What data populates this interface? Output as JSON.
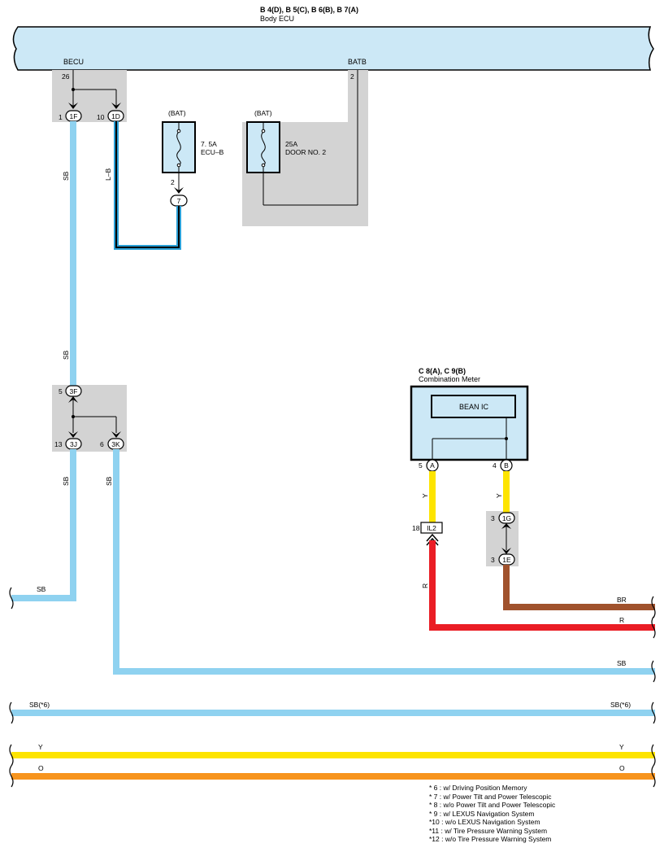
{
  "body_ecu": {
    "code": "B 4(D), B 5(C), B 6(B), B 7(A)",
    "name": "Body ECU",
    "terminal_becu": "BECU",
    "terminal_batb": "BATB",
    "pin_becu": "26",
    "pin_batb": "2"
  },
  "junction_top": {
    "left_pin": "1",
    "left_conn": "1F",
    "right_pin": "10",
    "right_conn": "1D"
  },
  "fuse_ecub": {
    "supply": "(BAT)",
    "rating": "7. 5A",
    "name": "ECU–B",
    "pin": "2",
    "conn": "7"
  },
  "fuse_door": {
    "supply": "(BAT)",
    "rating": "25A",
    "name": "DOOR NO. 2"
  },
  "junction_mid": {
    "top_pin": "5",
    "top_conn": "3F",
    "left_pin": "13",
    "left_conn": "3J",
    "right_pin": "6",
    "right_conn": "3K"
  },
  "combination_meter": {
    "code": "C 8(A), C 9(B)",
    "name": "Combination Meter",
    "ic": "BEAN IC",
    "pin_a": "5",
    "conn_a": "A",
    "pin_b": "4",
    "conn_b": "B"
  },
  "junction_meter": {
    "top_pin": "3",
    "top_conn": "1G",
    "bottom_pin": "3",
    "bottom_conn": "1E"
  },
  "connector_il2": {
    "pin": "18",
    "conn": "IL2"
  },
  "wire_labels": {
    "sb": "SB",
    "lb": "L–B",
    "y": "Y",
    "r": "R",
    "br": "BR",
    "o": "O",
    "sb6": "SB(*6)"
  },
  "notes": [
    "* 6 : w/ Driving Position Memory",
    "* 7 : w/ Power Tilt and Power Telescopic",
    "* 8 : w/o Power Tilt and Power Telescopic",
    "* 9 : w/ LEXUS Navigation System",
    "*10 : w/o LEXUS Navigation System",
    "*11 : w/ Tire Pressure Warning System",
    "*12 : w/o Tire Pressure Warning System"
  ],
  "colors": {
    "ecu_fill": "#cce8f6",
    "gray_box": "#d3d3d3",
    "wire_sb": "#8fd2f0",
    "wire_lb": "#2a9fd6",
    "wire_y": "#fde400",
    "wire_r": "#ea1d25",
    "wire_br": "#a0522d",
    "wire_o": "#f7941d"
  }
}
